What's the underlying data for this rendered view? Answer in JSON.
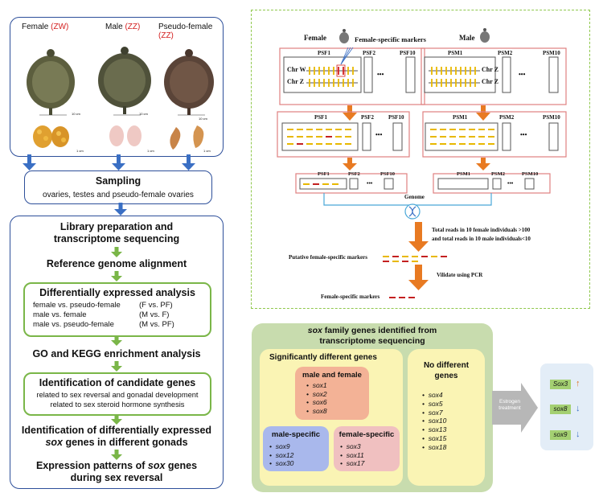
{
  "left": {
    "animals": [
      {
        "label": "Female",
        "chrom": "(ZW)"
      },
      {
        "label": "Male",
        "chrom": "(ZZ)"
      },
      {
        "label": "Pseudo-female",
        "chrom": "(ZZ)"
      }
    ],
    "scale_labels": [
      "10 cm",
      "10 cm",
      "10 cm"
    ],
    "gonad_scale_labels": [
      "1 cm",
      "1 cm",
      "1 cm"
    ],
    "sampling": {
      "title": "Sampling",
      "subtitle": "ovaries, testes and pseudo-female ovaries"
    },
    "steps": {
      "library": "Library preparation and transcriptome sequencing",
      "alignment": "Reference genome alignment",
      "de_title": "Differentially expressed analysis",
      "de_rows": [
        {
          "left": "female vs. pseudo-female",
          "right": "(F vs. PF)"
        },
        {
          "left": "male vs. female",
          "right": "(M vs. F)"
        },
        {
          "left": "male vs. pseudo-female",
          "right": "(M vs. PF)"
        }
      ],
      "go": "GO and KEGG enrichment analysis",
      "cand_title": "Identification of candidate genes",
      "cand_rows": [
        "related to sex reversal and gonadal development",
        "related to sex steroid hormone synthesis"
      ],
      "ident_line1": "Identification of differentially expressed",
      "ident_line2_sox": "sox",
      "ident_line2_rest": " genes in different gonads",
      "expr_line1_pre": "Expression patterns of ",
      "expr_line1_sox": "sox",
      "expr_line1_post": " genes",
      "expr_line2": "during sex reversal"
    }
  },
  "right_top": {
    "female_label": "Female",
    "male_label": "Male",
    "female_specific_markers": "Female-specific markers",
    "psf": [
      "PSF1",
      "PSF2",
      "PSF10"
    ],
    "psm": [
      "PSM1",
      "PSM2",
      "PSM10"
    ],
    "chr_w": "Chr W",
    "chr_z": "Chr Z",
    "dots": "•••",
    "genome": "Genome",
    "criteria_line1": "Total reads in 10 female individuals >100",
    "criteria_line2": "and total reads in 10 male individuals<10",
    "putative": "Putative female-specific markers",
    "validate": "Vilidate using PCR",
    "final": "Female-specific markers"
  },
  "right_bottom": {
    "title_sox": "sox",
    "title_rest1": " family genes identified from",
    "title_rest2": "transcriptome sequencing",
    "sig_title": "Significantly different genes",
    "mf_title": "male and female",
    "mf_genes": [
      "sox1",
      "sox2",
      "sox6",
      "sox8"
    ],
    "male_title": "male-specific",
    "male_genes": [
      "sox9",
      "sox12",
      "sox30"
    ],
    "female_title": "female-specific",
    "female_genes": [
      "sox3",
      "sox11",
      "sox17"
    ],
    "nodiff_title": "No different genes",
    "nodiff_genes": [
      "sox4",
      "sox5",
      "sox7",
      "sox10",
      "sox13",
      "sox15",
      "sox18"
    ],
    "arrow_label_1": "Estrogen",
    "arrow_label_2": "treatment",
    "results": [
      {
        "gene": "Sox3",
        "dir": "↑"
      },
      {
        "gene": "sox8",
        "dir": "↓"
      },
      {
        "gene": "sox9",
        "dir": "↓"
      }
    ],
    "colors": {
      "up": "#e07020",
      "down": "#3a6fc4",
      "panel": "#c8dcae",
      "box_green": "#a4d072"
    }
  }
}
